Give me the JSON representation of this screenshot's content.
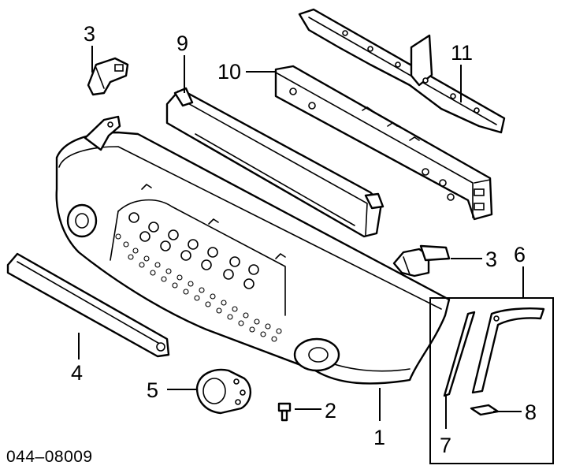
{
  "callouts": {
    "c1": "1",
    "c2": "2",
    "c3a": "3",
    "c3b": "3",
    "c4": "4",
    "c5": "5",
    "c6": "6",
    "c7": "7",
    "c8": "8",
    "c9": "9",
    "c10": "10",
    "c11": "11"
  },
  "diagram_ref": "044–08009"
}
